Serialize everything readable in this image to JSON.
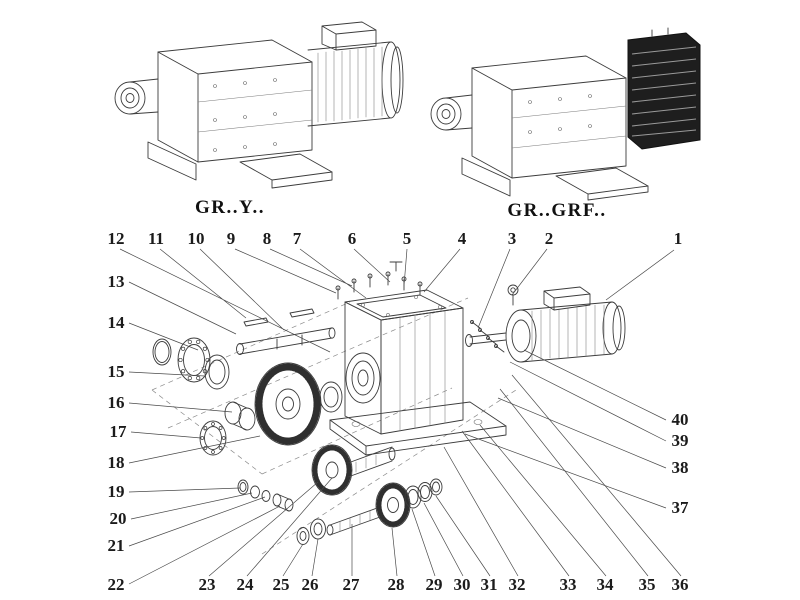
{
  "figure": {
    "title_left": "GR..Y..",
    "title_right": "GR..GRF.."
  },
  "callouts": {
    "top": [
      "12",
      "11",
      "10",
      "9",
      "8",
      "7",
      "6",
      "5",
      "4",
      "3",
      "2",
      "1"
    ],
    "left": [
      "13",
      "14",
      "15",
      "16",
      "17",
      "18",
      "19",
      "20",
      "21",
      "22"
    ],
    "bottom": [
      "23",
      "24",
      "25",
      "26",
      "27",
      "28",
      "29",
      "30",
      "31",
      "32",
      "33",
      "34",
      "35",
      "36"
    ],
    "right": [
      "40",
      "39",
      "38",
      "37"
    ]
  }
}
